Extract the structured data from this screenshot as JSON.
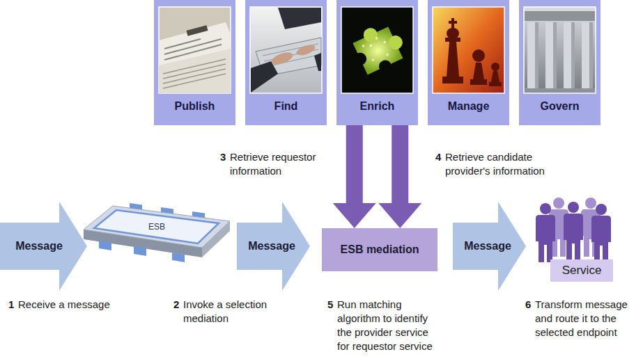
{
  "diagram": {
    "nodes": [
      {
        "text": [
          "Publish"
        ]
      },
      {
        "text": [
          "Find"
        ]
      },
      {
        "text": [
          "Enrich"
        ]
      },
      {
        "text": [
          "Manage"
        ]
      },
      {
        "text": [
          "Govern"
        ]
      },
      {
        "text": [
          "Message"
        ]
      },
      {
        "text": [
          "ESB"
        ]
      },
      {
        "text": [
          "Message"
        ]
      },
      {
        "text": [
          "ESB mediation"
        ]
      },
      {
        "text": [
          "Message"
        ]
      },
      {
        "text": [
          "Service"
        ]
      }
    ],
    "edges": [
      {
        "from": 2,
        "to": 8,
        "arrow": "to"
      },
      {
        "from": 2,
        "to": 8,
        "arrow": "to"
      }
    ],
    "labels": [
      "3",
      "Retrieve requestor information",
      "4",
      "Retrieve candidate provider's information",
      "1",
      "Receive a message",
      "2",
      "Invoke a selection mediation",
      "5",
      "Run matching algorithm to identify the provider service for requestor service",
      "6",
      "Transform message and route it to the selected endpoint"
    ]
  }
}
